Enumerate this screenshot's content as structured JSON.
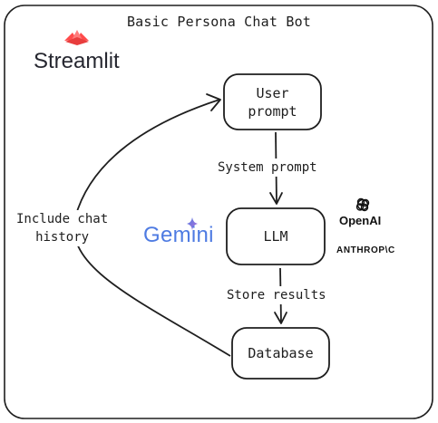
{
  "title": "Basic Persona Chat Bot",
  "nodes": {
    "user_prompt": "User\nprompt",
    "llm": "LLM",
    "database": "Database"
  },
  "edges": {
    "system_prompt": "System prompt",
    "store_results": "Store results",
    "include_chat_history": "Include chat\nhistory"
  },
  "logos": {
    "streamlit": "Streamlit",
    "gemini": "Gemini",
    "openai": "OpenAI",
    "anthropic": "ANTHROP\\C"
  },
  "colors": {
    "ink": "#1e1e1e",
    "streamlit_red": "#ff4b4b",
    "gemini_blue": "#4e7be2"
  }
}
